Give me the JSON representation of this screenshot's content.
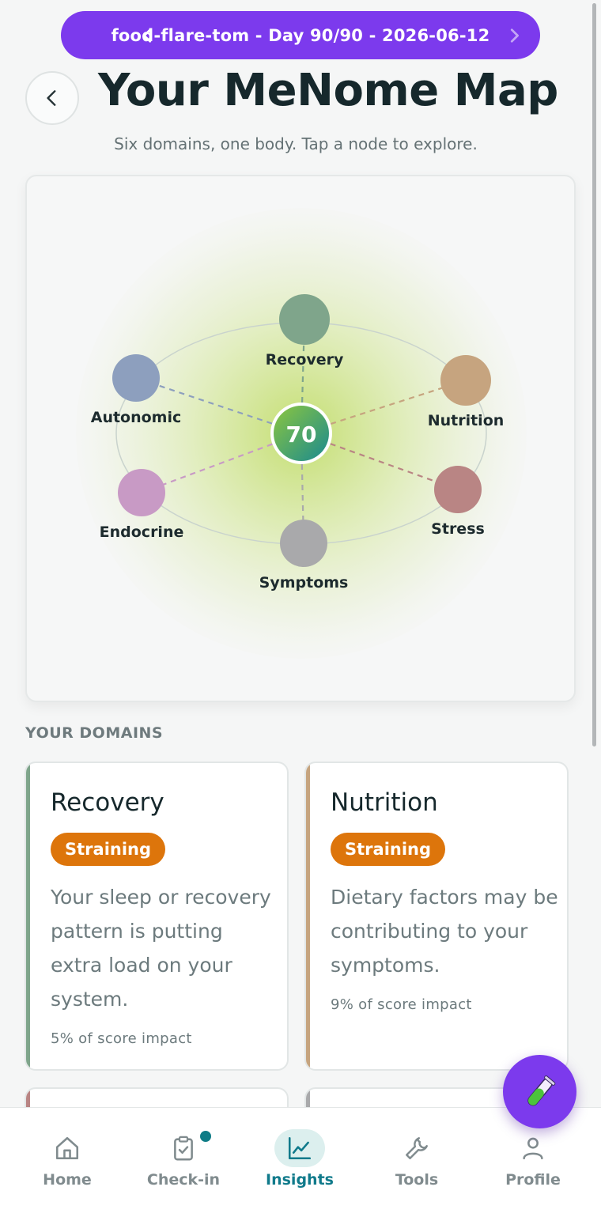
{
  "header": {
    "day_pill": "food-flare-tom - Day 90/90 - 2026-06-12",
    "title": "Your MeNome Map",
    "subtitle": "Six domains, one body. Tap a node to explore."
  },
  "map": {
    "center_score": "70",
    "nodes": [
      {
        "label": "Recovery",
        "color": "#7fa58b"
      },
      {
        "label": "Nutrition",
        "color": "#c6a47f"
      },
      {
        "label": "Stress",
        "color": "#b98584"
      },
      {
        "label": "Symptoms",
        "color": "#a9a9ab"
      },
      {
        "label": "Endocrine",
        "color": "#c89ac5"
      },
      {
        "label": "Autonomic",
        "color": "#8d9fbe"
      }
    ]
  },
  "domains": {
    "section_label": "YOUR DOMAINS",
    "cards": [
      {
        "name": "Recovery",
        "status": "Straining",
        "description": "Your sleep or recovery pattern is putting extra load on your system.",
        "impact": "5% of score impact",
        "accent": "#7fa58b"
      },
      {
        "name": "Nutrition",
        "status": "Straining",
        "description": "Dietary factors may be contributing to your symptoms.",
        "impact": "9% of score impact",
        "accent": "#c6a47f"
      }
    ],
    "status_color": "#dd750b"
  },
  "nav": {
    "items": [
      {
        "label": "Home",
        "icon": "home-icon"
      },
      {
        "label": "Check-in",
        "icon": "clipboard-check-icon"
      },
      {
        "label": "Insights",
        "icon": "chart-line-icon"
      },
      {
        "label": "Tools",
        "icon": "wrench-icon"
      },
      {
        "label": "Profile",
        "icon": "person-icon"
      }
    ],
    "active": "Insights"
  },
  "fab": {
    "icon": "test-tube-icon"
  }
}
